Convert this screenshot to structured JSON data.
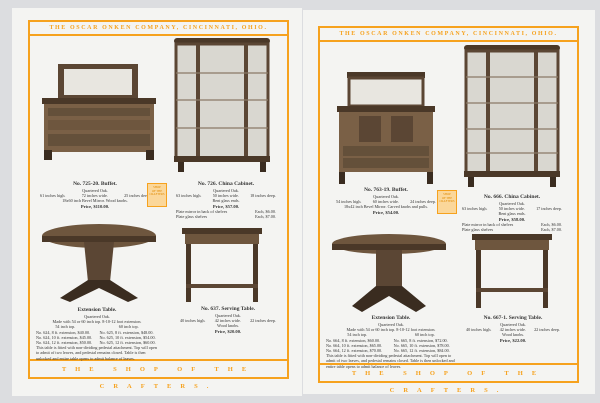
{
  "header": "THE OSCAR ONKEN COMPANY, CINCINNATI, OHIO.",
  "footer": "THE SHOP OF THE CRAFTERS.",
  "seal_text": "SHOP OF THE CRAFTERS",
  "colors": {
    "accent": "#f6a21e",
    "wood": "#5b4634"
  },
  "left": {
    "buffet": {
      "title": "No. 725-20. Buffet.",
      "wood": "Quartered Oak.",
      "dims": [
        "61 inches high.",
        "72 inches wide.",
        "25 inches deep."
      ],
      "extra": "18x60 inch Bevel Mirror. Wood knobs.",
      "price": "Price, $110.00."
    },
    "cabinet": {
      "title": "No. 726. China Cabinet.",
      "wood": "Quartered Oak.",
      "dims": [
        "63 inches high.",
        "50 inches wide.",
        "18 inches deep."
      ],
      "extra": "Bent glass ends.",
      "price": "Price, $57.00.",
      "options": [
        {
          "label": "Plate mirror in back of shelves",
          "price": "Each, $6.00."
        },
        {
          "label": "Plate glass shelves",
          "price": "Each, $7.00."
        }
      ]
    },
    "table": {
      "title": "Extension Table.",
      "wood": "Quartered Oak.",
      "made": "Made with 54 or 60 inch top.   8-10-12 foot extension.",
      "col1": {
        "head": "54 inch top.",
        "rows": [
          "No. 624,  8 ft. extension, $40.00.",
          "No. 624, 10 ft. extension, $45.00.",
          "No. 624, 12 ft. extension, $50.00."
        ]
      },
      "col2": {
        "head": "60 inch top.",
        "rows": [
          "No. 625,  8 ft. extension, $48.00.",
          "No. 625, 10 ft. extension, $54.00.",
          "No. 625, 12 ft. extension, $60.00."
        ]
      },
      "note": "This table is fitted with non-dividing pedestal attachment. Top will open to admit of two leaves, and pedestal remains closed. Table is then unlocked and entire table opens to admit balance of leaves."
    },
    "serving": {
      "title": "No. 637. Serving Table.",
      "wood": "Quartered Oak.",
      "dims": [
        "40 inches high.",
        "42 inches wide.",
        "22 inches deep."
      ],
      "extra": "Wood knobs.",
      "price": "Price, $20.00."
    }
  },
  "right": {
    "buffet": {
      "title": "No. 763-19. Buffet.",
      "wood": "Quartered Oak.",
      "dims": [
        "54 inches high.",
        "60 inches wide.",
        "24 inches deep."
      ],
      "extra": "18x42 inch Bevel Mirror. Carved knobs and pulls.",
      "price": "Price, $54.00."
    },
    "cabinet": {
      "title": "No. 666. China Cabinet.",
      "wood": "Quartered Oak.",
      "dims": [
        "63 inches high.",
        "50 inches wide.",
        "17 inches deep."
      ],
      "extra": "Bent glass ends.",
      "price": "Price, $58.00.",
      "options": [
        {
          "label": "Plate mirror in back of shelves",
          "price": "Each, $6.00."
        },
        {
          "label": "Plate glass shelves",
          "price": "Each, $7.00."
        }
      ]
    },
    "table": {
      "title": "Extension Table.",
      "wood": "Quartered Oak.",
      "made": "Made with 54 or 60 inch top.   8-10-12 foot extension.",
      "col1": {
        "head": "54 inch top.",
        "rows": [
          "No. 664,  8 ft. extension, $60.00.",
          "No. 664, 10 ft. extension, $65.00.",
          "No. 664, 12 ft. extension, $70.00."
        ]
      },
      "col2": {
        "head": "60 inch top.",
        "rows": [
          "No. 665,  8 ft. extension, $72.00.",
          "No. 665, 10 ft. extension, $78.00.",
          "No. 665, 12 ft. extension, $84.00."
        ]
      },
      "note": "This table is fitted with non-dividing pedestal attachment. Top will open to admit of two leaves, and pedestal remains closed. Table is then unlocked and entire table opens to admit balance of leaves."
    },
    "serving": {
      "title": "No. 667-1. Serving Table.",
      "wood": "Quartered Oak.",
      "dims": [
        "40 inches high.",
        "42 inches wide.",
        "22 inches deep."
      ],
      "extra": "Wood knobs.",
      "price": "Price, $22.00."
    }
  }
}
